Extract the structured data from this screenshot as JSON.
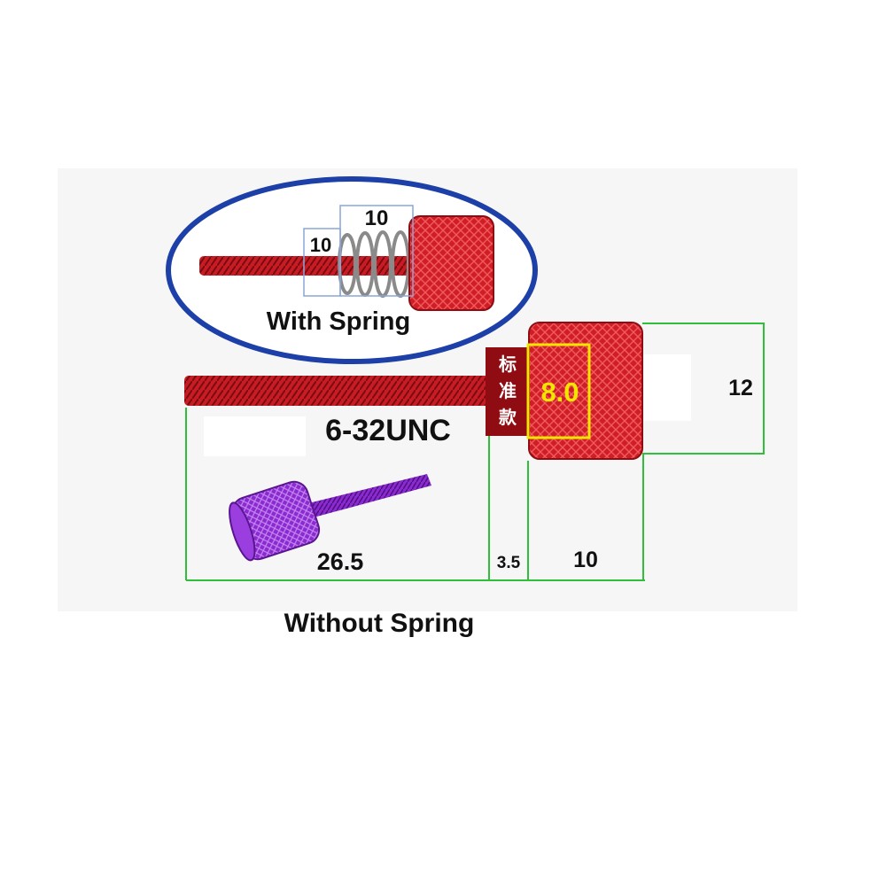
{
  "labels": {
    "with_spring": "With Spring",
    "without_spring": "Without Spring",
    "thread_spec": "6-32UNC",
    "standard_model_chars": [
      "标",
      "准",
      "款"
    ],
    "head_inner": "8.0"
  },
  "dimensions": {
    "spring_length": "10",
    "spring_diameter": "10",
    "head_height": "12",
    "thread_length": "26.5",
    "shoulder_length": "3.5",
    "head_length": "10"
  },
  "colors": {
    "screw_red": "#d01e26",
    "screw_red_dark": "#8e0c12",
    "ellipse_blue": "#1c3fa8",
    "dim_green": "#2fbf3a",
    "inner_yellow": "#f2e600",
    "screw_purple": "#8a2ad0",
    "spring_grey": "#8a8a8a"
  }
}
